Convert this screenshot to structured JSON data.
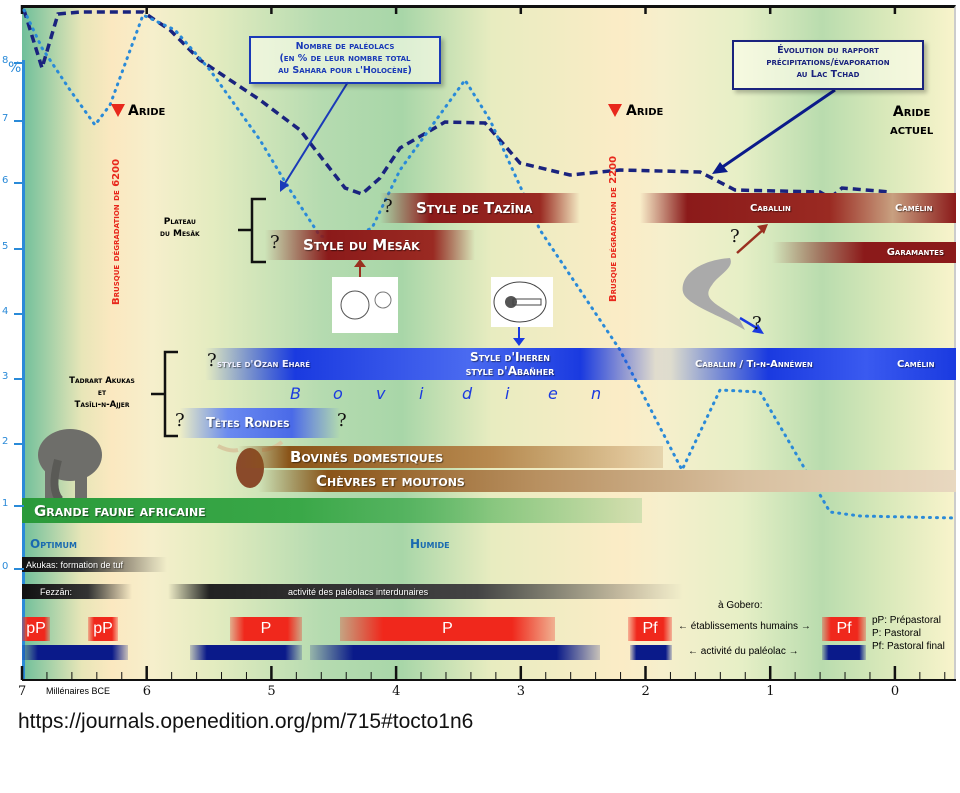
{
  "y_axis": {
    "unit": "%",
    "ticks": [
      "8",
      "7",
      "6",
      "5",
      "4",
      "3",
      "2",
      "1",
      "0"
    ]
  },
  "x_axis": {
    "label": "Millénaires BCE",
    "ticks": [
      "7",
      "6",
      "5",
      "4",
      "3",
      "2",
      "1",
      "0"
    ]
  },
  "annotations": {
    "paleolacs_box": [
      "Nombre de paléolacs",
      "(en %  de leur nombre total",
      "au Sahara pour l'Holocène)"
    ],
    "tchad_box": [
      "Évolution du rapport",
      "précipitations/évaporation",
      "au Lac Tchad"
    ],
    "aride1": "Aride",
    "aride2": "Aride",
    "aride_actuel": [
      "Aride",
      "actuel"
    ],
    "degradation_6200": "Brusque dégradation de 6200",
    "degradation_2200": "Brusque dégradation de 2200",
    "optimum": "Optimum",
    "humide": "Humide",
    "question": "?"
  },
  "regions": {
    "mesak": [
      "Plateau",
      "du Mesāk"
    ],
    "tadrart": [
      "Tadrart Akukas",
      "et",
      "Tasīli-n-Ajjer"
    ]
  },
  "bars": {
    "tazina": "Style de Tazīna",
    "caballin": "Caballin",
    "camelin": "Camélin",
    "mesak": "Style du Mesāk",
    "garamantes": "Garamantes",
    "ozan": "style d'Ozan Eharé",
    "iheren": [
      "Style d'Iheren",
      "style d'Abañher"
    ],
    "caballin_ti": "Caballin / Ti-n-Annéwen",
    "camelin2": "Camélin",
    "bovidien": [
      "B",
      "o",
      "v",
      "i",
      "d",
      "i",
      "e",
      "n"
    ],
    "tetes_rondes": "Têtes Rondes",
    "bovines": "Bovinés domestiques",
    "chevres": "Chèvres et moutons",
    "grande_faune": "Grande faune africaine",
    "akukas": "Akukas: formation de tuf",
    "fezzan": "Fezzān:",
    "fezzan_activity": "activité des paléolacs interdunaires"
  },
  "gobero": {
    "title": "à Gobero:",
    "human": "← établissements humains →",
    "lake": "← activité du paléolac →",
    "blocks": [
      "pP",
      "pP",
      "P",
      "P",
      "Pf",
      "Pf"
    ],
    "legend": [
      "pP: Prépastoral",
      "P: Pastoral",
      "Pf: Pastoral final"
    ]
  },
  "colors": {
    "tchad_curve": "#1a237e",
    "paleolacs_curve": "#2a8ad8",
    "red_bar": "#8b1a1a",
    "blue_bar": "#1a3ae0",
    "aride": "#e8281c"
  },
  "source_url": "https://journals.openedition.org/pm/715#tocto1n6"
}
